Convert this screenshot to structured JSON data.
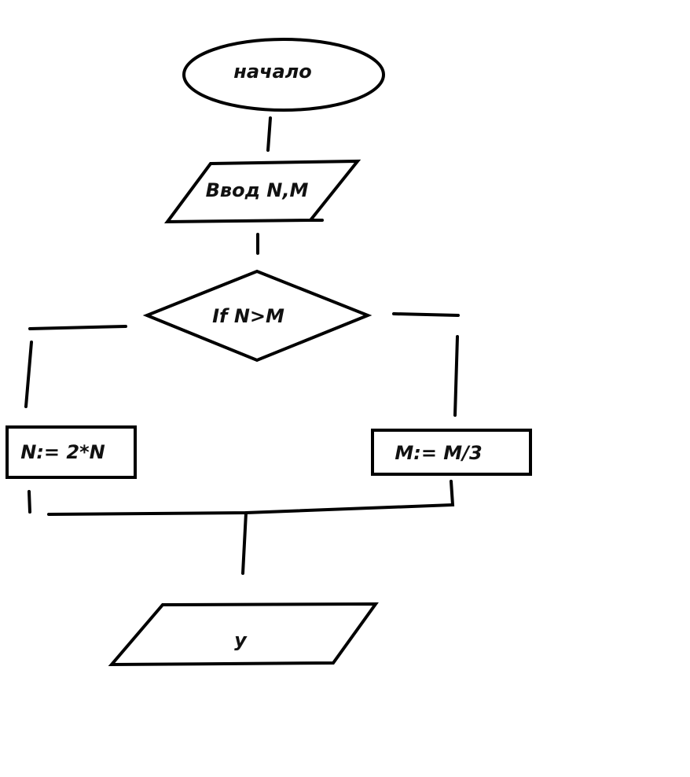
{
  "diagram": {
    "type": "flowchart",
    "colors": {
      "stroke": "#000000",
      "background": "#ffffff",
      "text": "#111111"
    },
    "nodes": {
      "start": {
        "shape": "ellipse",
        "label": "начало"
      },
      "input": {
        "shape": "parallelogram",
        "label": "Ввод N,M"
      },
      "condition": {
        "shape": "diamond",
        "label": "If N>M"
      },
      "branch_left": {
        "shape": "rectangle",
        "label": "N:= 2*N"
      },
      "branch_right": {
        "shape": "rectangle",
        "label": "M:= M/3"
      },
      "output": {
        "shape": "parallelogram",
        "label": "y"
      }
    },
    "edges": [
      {
        "from": "start",
        "to": "input"
      },
      {
        "from": "input",
        "to": "condition"
      },
      {
        "from": "condition",
        "to": "branch_left"
      },
      {
        "from": "condition",
        "to": "branch_right"
      },
      {
        "from": "branch_left",
        "to": "output"
      },
      {
        "from": "branch_right",
        "to": "output"
      }
    ]
  }
}
